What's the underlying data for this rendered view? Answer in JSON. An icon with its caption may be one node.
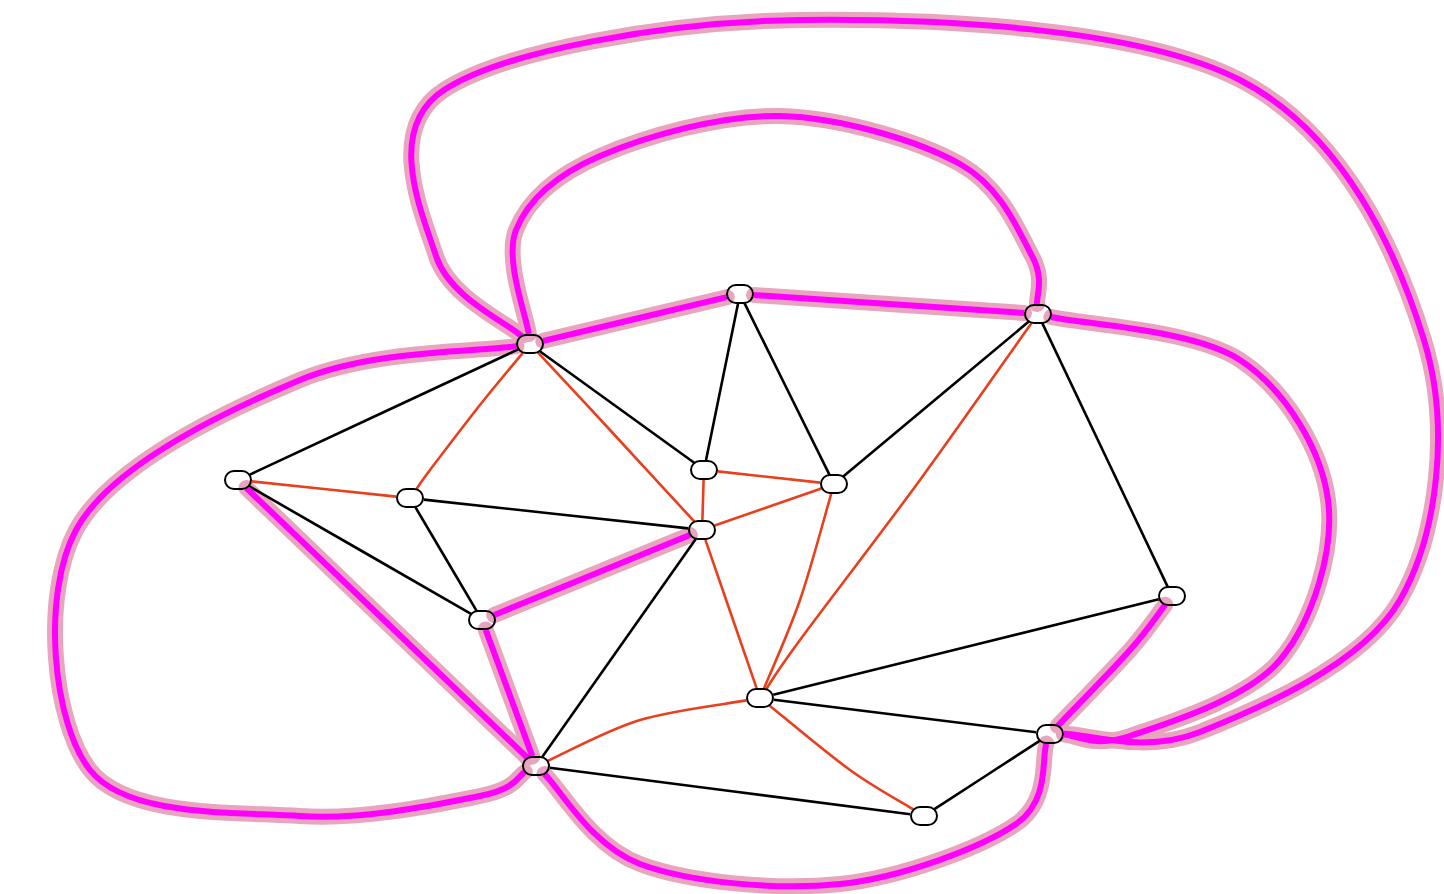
{
  "diagram": {
    "nodes": [
      {
        "text": [],
        "shape": "circle"
      },
      {
        "text": [],
        "shape": "circle"
      },
      {
        "text": [],
        "shape": "circle"
      },
      {
        "text": [],
        "shape": "circle"
      },
      {
        "text": [],
        "shape": "circle"
      },
      {
        "text": [],
        "shape": "circle"
      },
      {
        "text": [],
        "shape": "circle"
      },
      {
        "text": [],
        "shape": "circle"
      },
      {
        "text": [],
        "shape": "circle"
      },
      {
        "text": [],
        "shape": "circle"
      },
      {
        "text": [],
        "shape": "circle"
      },
      {
        "text": [],
        "shape": "circle"
      },
      {
        "text": [],
        "shape": "circle"
      },
      {
        "text": [],
        "shape": "circle"
      }
    ],
    "edges": [
      {
        "from": 0,
        "to": 3,
        "arrow": "none"
      },
      {
        "from": 0,
        "to": 5,
        "arrow": "none"
      },
      {
        "from": 1,
        "to": 5,
        "arrow": "none"
      },
      {
        "from": 1,
        "to": 6,
        "arrow": "none"
      },
      {
        "from": 2,
        "to": 6,
        "arrow": "none"
      },
      {
        "from": 2,
        "to": 9,
        "arrow": "none"
      },
      {
        "from": 3,
        "to": 8,
        "arrow": "none"
      },
      {
        "from": 4,
        "to": 7,
        "arrow": "none"
      },
      {
        "from": 4,
        "to": 8,
        "arrow": "none"
      },
      {
        "from": 7,
        "to": 12,
        "arrow": "none"
      },
      {
        "from": 12,
        "to": 13,
        "arrow": "none"
      },
      {
        "from": 10,
        "to": 9,
        "arrow": "none"
      },
      {
        "from": 10,
        "to": 11,
        "arrow": "none"
      },
      {
        "from": 11,
        "to": 13,
        "arrow": "none"
      },
      {
        "from": 0,
        "to": 4,
        "arrow": "none",
        "color": "#e8401c"
      },
      {
        "from": 0,
        "to": 7,
        "arrow": "none",
        "color": "#e8401c"
      },
      {
        "from": 3,
        "to": 4,
        "arrow": "none",
        "color": "#e8401c"
      },
      {
        "from": 5,
        "to": 6,
        "arrow": "none",
        "color": "#e8401c"
      },
      {
        "from": 7,
        "to": 6,
        "arrow": "none",
        "color": "#e8401c"
      },
      {
        "from": 5,
        "to": 7,
        "arrow": "none",
        "color": "#e8401c"
      },
      {
        "from": 7,
        "to": 10,
        "arrow": "none",
        "color": "#e8401c"
      },
      {
        "from": 6,
        "to": 10,
        "arrow": "none",
        "color": "#e8401c"
      },
      {
        "from": 2,
        "to": 10,
        "arrow": "none",
        "color": "#e8401c"
      },
      {
        "from": 12,
        "to": 10,
        "arrow": "none",
        "color": "#e8401c"
      },
      {
        "from": 10,
        "to": 13,
        "arrow": "none",
        "color": "#e8401c"
      },
      {
        "from": 0,
        "to": 1,
        "arrow": "none",
        "style": "thick",
        "color": "#ff00ff"
      },
      {
        "from": 1,
        "to": 2,
        "arrow": "none",
        "style": "thick",
        "color": "#ff00ff"
      },
      {
        "from": 0,
        "to": 2,
        "arrow": "none",
        "style": "thick",
        "color": "#ff00ff"
      },
      {
        "from": 0,
        "to": 11,
        "arrow": "none",
        "style": "thick",
        "color": "#ff00ff"
      },
      {
        "from": 2,
        "to": 11,
        "arrow": "none",
        "style": "thick",
        "color": "#ff00ff"
      },
      {
        "from": 3,
        "to": 12,
        "arrow": "none",
        "style": "thick",
        "color": "#ff00ff"
      },
      {
        "from": 0,
        "to": 12,
        "arrow": "none",
        "style": "thick",
        "color": "#ff00ff"
      },
      {
        "from": 8,
        "to": 7,
        "arrow": "none",
        "style": "thick",
        "color": "#ff00ff"
      },
      {
        "from": 8,
        "to": 12,
        "arrow": "none",
        "style": "thick",
        "color": "#ff00ff"
      },
      {
        "from": 12,
        "to": 11,
        "arrow": "none",
        "style": "thick",
        "color": "#ff00ff"
      },
      {
        "from": 11,
        "to": 9,
        "arrow": "none",
        "style": "thick",
        "color": "#ff00ff"
      }
    ]
  }
}
